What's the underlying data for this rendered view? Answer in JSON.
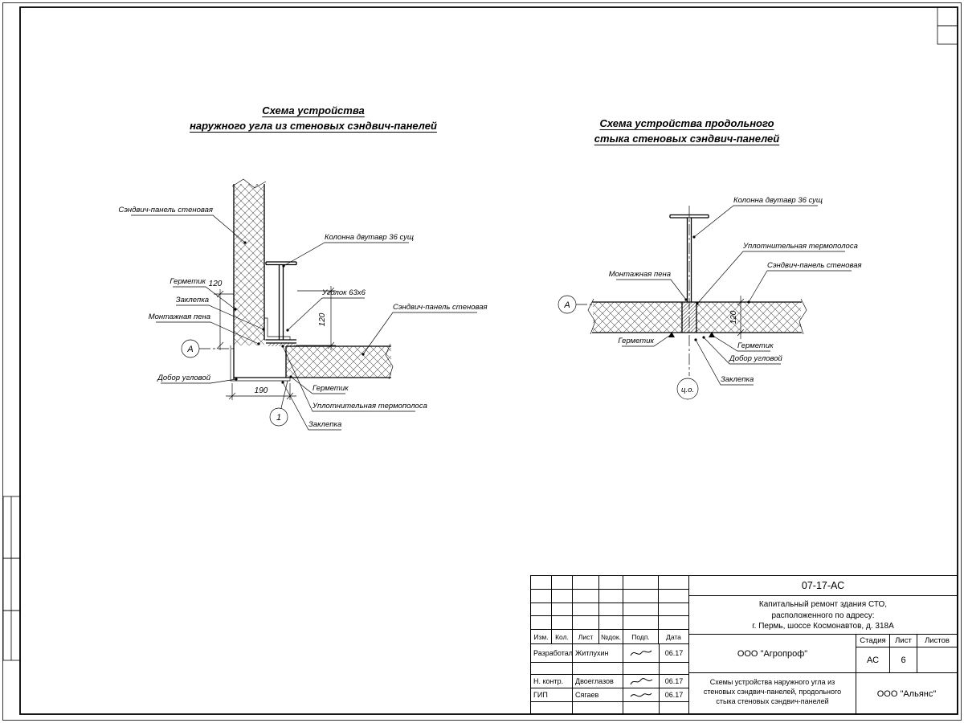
{
  "left_diagram": {
    "title": [
      "Схема устройства",
      "наружного угла из стеновых сэндвич-панелей"
    ],
    "labels": {
      "panel_vertical": "Сэндвич-панель стеновая",
      "column": "Колонна двутавр 36 сущ",
      "sealant_top": "Герметик",
      "rivet_top": "Заклепка",
      "foam": "Монтажная пена",
      "angle": "Уголок 63х6",
      "panel_horizontal": "Сэндвич-панель стеновая",
      "corner_trim": "Добор угловой",
      "sealant_bottom": "Герметик",
      "thermal_strip": "Уплотнительная термополоса",
      "rivet_bottom": "Заклепка"
    },
    "dimensions": {
      "panel_width": "120",
      "panel_thickness": "120",
      "trim_length": "190"
    },
    "marks": {
      "axis": "А",
      "node": "1"
    }
  },
  "right_diagram": {
    "title": [
      "Схема устройства продольного",
      "стыка стеновых сэндвич-панелей"
    ],
    "labels": {
      "column": "Колонна двутавр 36 сущ",
      "thermal_strip": "Уплотнительная термополоса",
      "panel": "Сэндвич-панель стеновая",
      "foam": "Монтажная пена",
      "sealant_left": "Герметик",
      "sealant_right": "Герметик",
      "corner_trim": "Добор угловой",
      "rivet": "Заклепка"
    },
    "dimensions": {
      "panel_thickness": "120"
    },
    "marks": {
      "axis": "А",
      "center": "ц.о."
    }
  },
  "titleblock": {
    "code": "07-17-АС",
    "project": [
      "Капитальный ремонт здания СТО,",
      "расположенного по адресу:",
      "г. Пермь, шоссе Космонавтов, д. 318А"
    ],
    "header_cols": [
      "Изм.",
      "Кол.",
      "Лист",
      "№док.",
      "Подп.",
      "Дата"
    ],
    "staff": [
      {
        "role": "Разработал",
        "name": "Житлухин",
        "date": "06.17"
      },
      {
        "role": "Н. контр.",
        "name": "Двоеглазов",
        "date": "06.17"
      },
      {
        "role": "ГИП",
        "name": "Сягаев",
        "date": "06.17"
      }
    ],
    "org": "ООО \"Агропроф\"",
    "stage_cols": [
      "Стадия",
      "Лист",
      "Листов"
    ],
    "stage_value": "АС",
    "sheet_value": "6",
    "sheets_value": "",
    "doc_title": [
      "Схемы устройства наружного угла из",
      "стеновых сэндвич-панелей, продольного",
      "стыка стеновых сэндвич-панелей"
    ],
    "contractor": "ООО \"Альянс\""
  }
}
